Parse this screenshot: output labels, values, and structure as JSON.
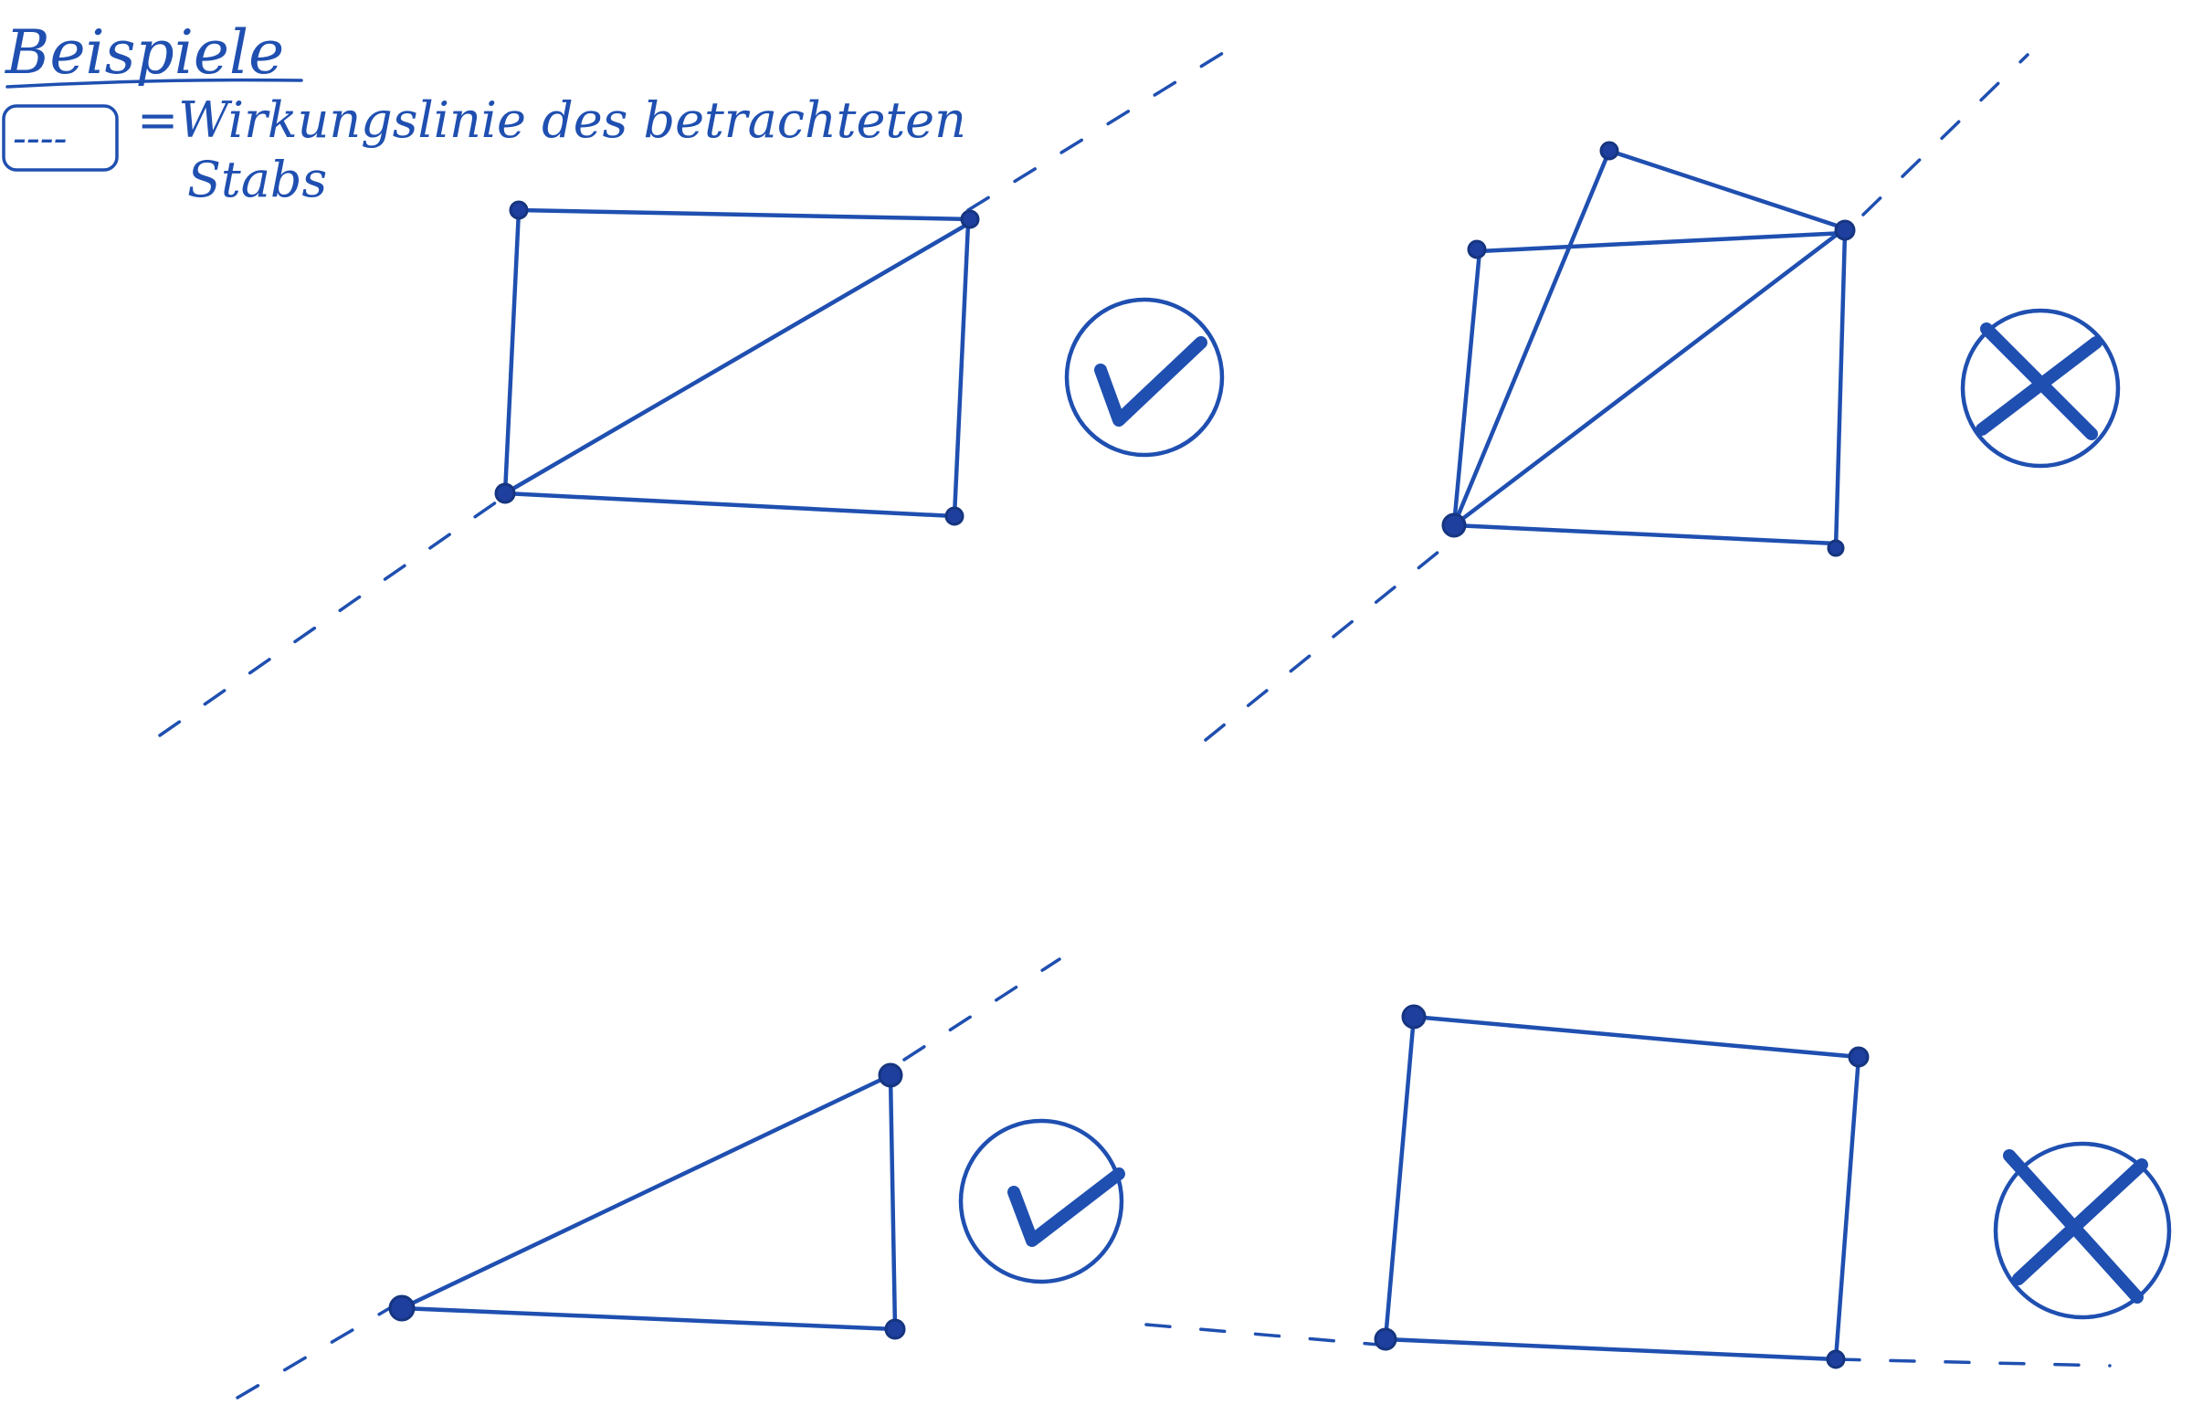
{
  "heading": "Beispiele",
  "legend": {
    "symbol": "----",
    "line1": "=Wirkungslinie des betrachteten",
    "line2": "Stabs"
  },
  "examples": [
    {
      "position": "top-left",
      "verdict": "check"
    },
    {
      "position": "top-right",
      "verdict": "cross"
    },
    {
      "position": "bottom-left",
      "verdict": "check"
    },
    {
      "position": "bottom-right",
      "verdict": "cross"
    }
  ],
  "colors": {
    "ink": "#1f4fb0",
    "node": "#1e3f9e",
    "paper": "#ffffff"
  }
}
